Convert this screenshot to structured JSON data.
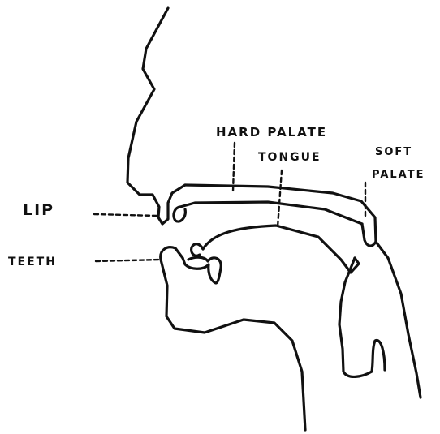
{
  "labels": {
    "hard_palate": "HARD PALATE",
    "tongue": "TONGUE",
    "soft_palate_line1": "SOFT",
    "soft_palate_line2": "PALATE",
    "lip": "LIP",
    "teeth": "TEETH"
  }
}
